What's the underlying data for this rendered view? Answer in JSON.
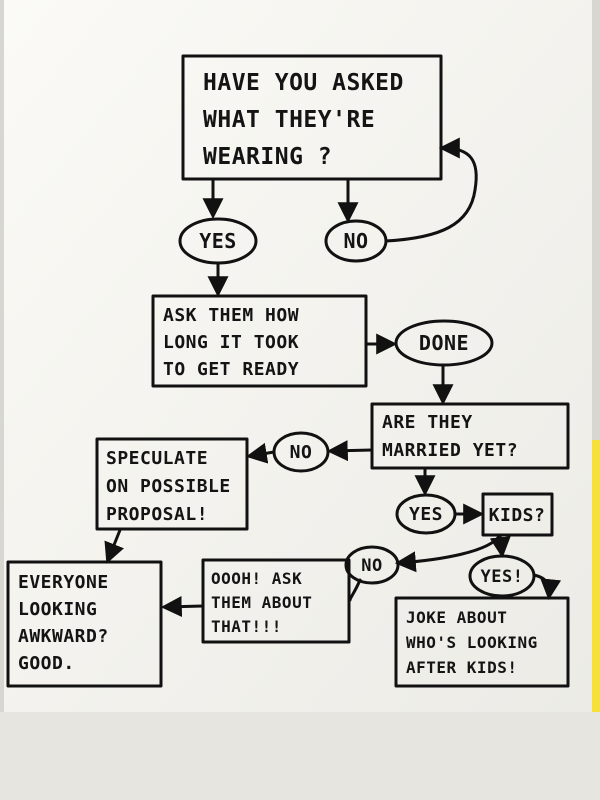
{
  "flowchart": {
    "start_question": [
      "HAVE YOU ASKED",
      "WHAT THEY'RE",
      "WEARING ?"
    ],
    "yes_1": "YES",
    "no_1": "NO",
    "ask_ready": [
      "ASK THEM HOW",
      "LONG IT TOOK",
      "TO GET READY"
    ],
    "done": "DONE",
    "married_question": [
      "ARE THEY",
      "MARRIED YET?"
    ],
    "no_2": "NO",
    "speculate": [
      "SPECULATE",
      "ON POSSIBLE",
      "PROPOSAL!"
    ],
    "yes_2": "YES",
    "kids_question": "KIDS?",
    "no_3": "NO",
    "yes_3": "YES!",
    "ooh_ask": [
      "OOOH! ASK",
      "THEM ABOUT",
      "THAT!!!"
    ],
    "awkward": [
      "EVERYONE",
      "LOOKING",
      "AWKWARD?",
      "GOOD."
    ],
    "joke": [
      "JOKE ABOUT",
      "WHO'S LOOKING",
      "AFTER KIDS!"
    ]
  },
  "colors": {
    "background": "#dcdad5",
    "paper": "#f6f5f1",
    "ink": "#111111",
    "sticky_note": "#f5e13a"
  }
}
